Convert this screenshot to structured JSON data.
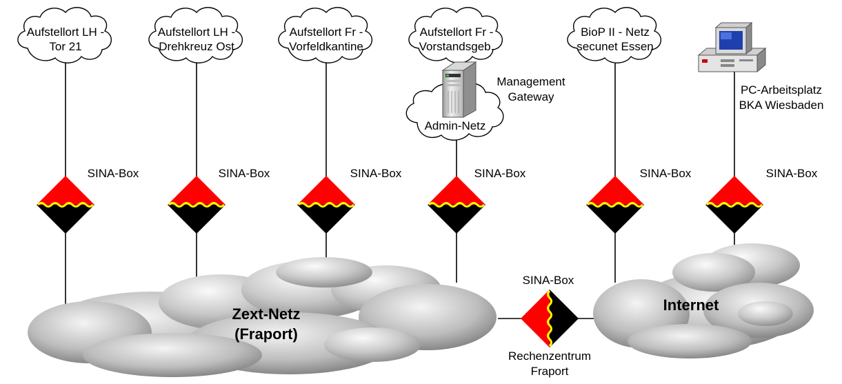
{
  "sites": [
    {
      "line1": "Aufstellort LH -",
      "line2": "Tor 21"
    },
    {
      "line1": "Aufstellort LH -",
      "line2": "Drehkreuz Ost"
    },
    {
      "line1": "Aufstellort Fr -",
      "line2": "Vorfeldkantine"
    },
    {
      "line1": "Aufstellort Fr -",
      "line2": "Vorstandsgeb."
    },
    {
      "line1": "BioP II - Netz",
      "line2": "secunet Essen"
    }
  ],
  "box_label": "SINA-Box",
  "admin_net": "Admin-Netz",
  "management_gateway": {
    "line1": "Management",
    "line2": "Gateway"
  },
  "pc_workplace": {
    "line1": "PC-Arbeitsplatz",
    "line2": "BKA Wiesbaden"
  },
  "zext_net": {
    "line1": "Zext-Netz",
    "line2": "(Fraport)"
  },
  "internet": "Internet",
  "datacenter": {
    "line1": "Rechenzentrum",
    "line2": "Fraport"
  },
  "colors": {
    "diamond_top": "#ff0000",
    "diamond_bottom": "#000000",
    "seam": "#ffff00"
  }
}
